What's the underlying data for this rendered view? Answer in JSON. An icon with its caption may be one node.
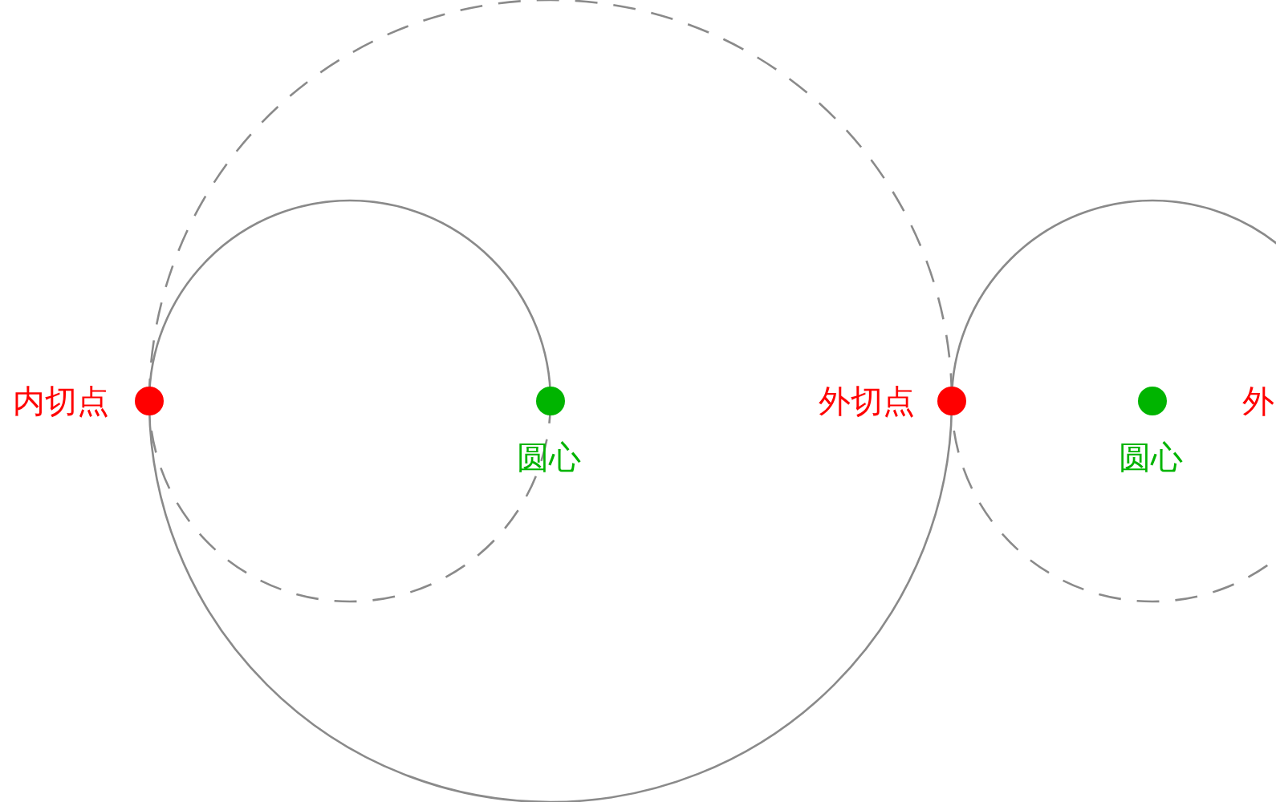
{
  "diagram": {
    "labels": [
      "内切点",
      "圆心",
      "外切点",
      "圆心",
      "外"
    ]
  }
}
